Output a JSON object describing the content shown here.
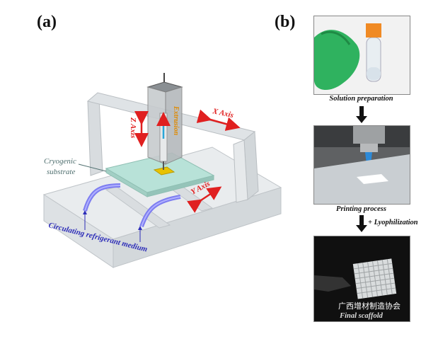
{
  "panel_a": {
    "label": "(a)",
    "labels": {
      "z_axis": "Z Axis",
      "x_axis": "X Axis",
      "y_axis": "Y Axis",
      "extrusion": "Extrusion",
      "cryogenic_substrate_line1": "Cryogenic",
      "cryogenic_substrate_line2": "substrate",
      "circulating_medium": "Circulating refrigerant medium"
    },
    "colors": {
      "axis_arrow": "#e02020",
      "extrusion_text": "#e08a00",
      "medium_text": "#2d2db8",
      "substrate_text": "#4f6f6f",
      "frame": "#cfd3d6",
      "tube": "#7d7df0"
    }
  },
  "panel_b": {
    "label": "(b)",
    "steps": [
      {
        "caption": "Solution preparation"
      },
      {
        "caption": "Printing process"
      },
      {
        "caption": "Final scaffold"
      }
    ],
    "step_note": "+ Lyophilization",
    "watermark": "广西增材制造协会"
  }
}
